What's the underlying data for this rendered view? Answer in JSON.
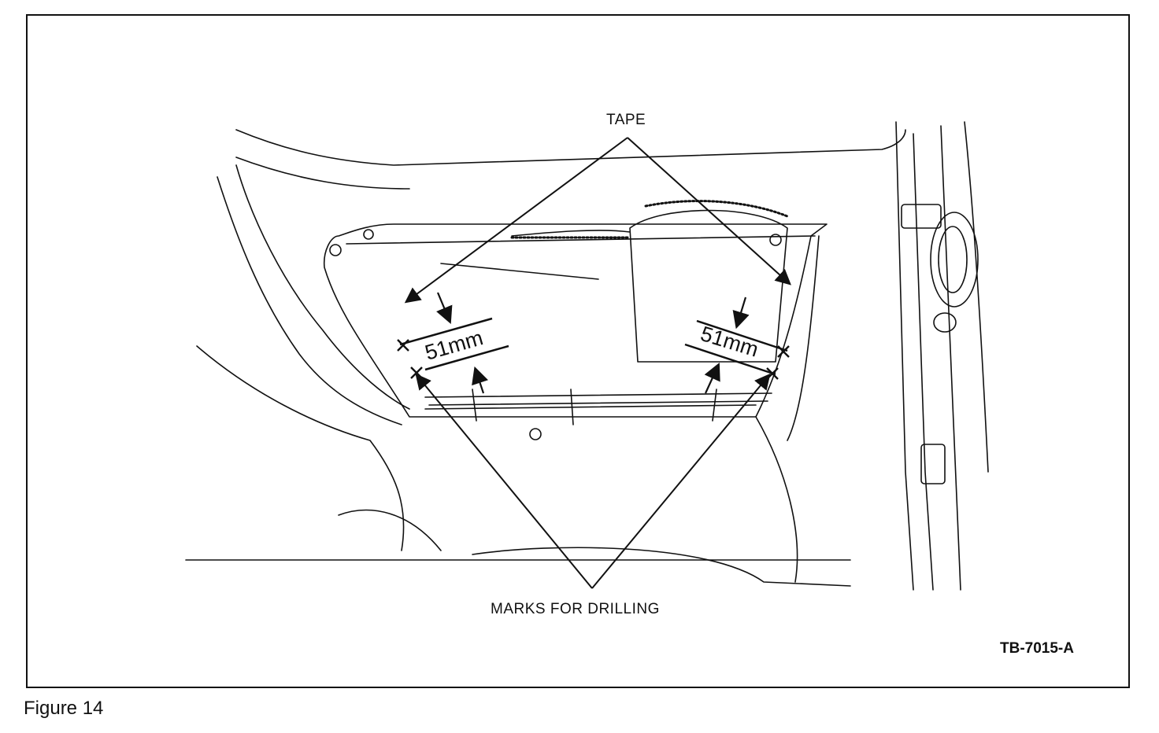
{
  "figure": {
    "caption": "Figure 14",
    "code": "TB-7015-A"
  },
  "callouts": {
    "tape": "TAPE",
    "marks_for_drilling": "MARKS FOR DRILLING"
  },
  "dimensions": {
    "left": "51mm",
    "right": "51mm"
  },
  "colors": {
    "ink": "#111111",
    "paper": "#ffffff"
  }
}
